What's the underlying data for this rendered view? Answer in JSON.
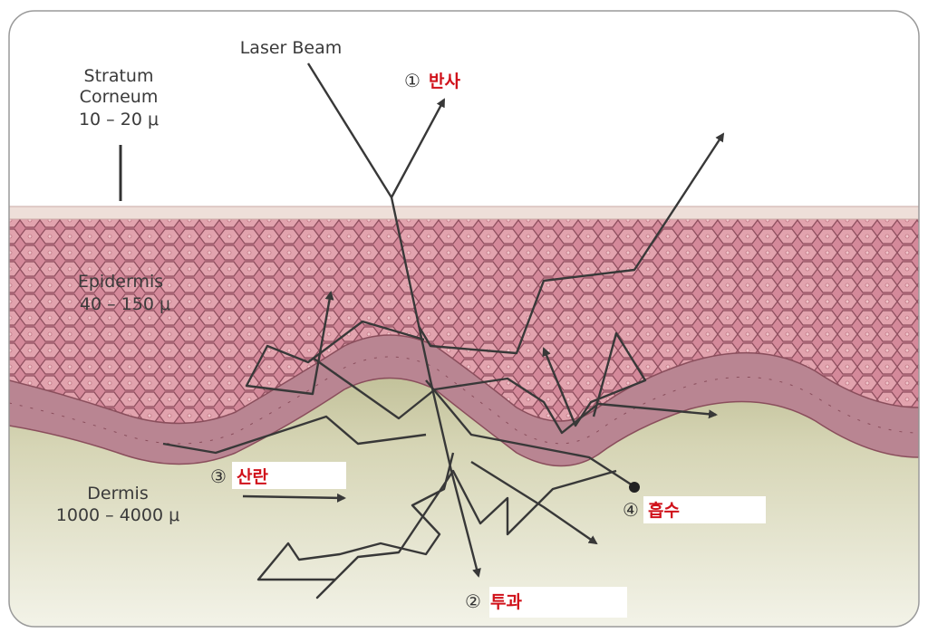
{
  "labels": {
    "laser_beam": "Laser Beam",
    "stratum_corneum": "Stratum",
    "stratum_corneum_2": "Corneum",
    "stratum_corneum_thickness": "10 – 20 μ",
    "epidermis": "Epidermis",
    "epidermis_thickness": "40 – 150 μ",
    "dermis": "Dermis",
    "dermis_thickness": "1000 – 4000 μ"
  },
  "interactions": {
    "reflection": {
      "number": "①",
      "label": "반사"
    },
    "transmission": {
      "number": "②",
      "label": "투과"
    },
    "scattering": {
      "number": "③",
      "label": "산란"
    },
    "absorption": {
      "number": "④",
      "label": "흡수"
    }
  },
  "colors": {
    "stratum": "#efe1dc",
    "epidermis_fill": "#d88f9c",
    "epidermis_cell_line": "#9c5a69",
    "basal_layer": "#b57f8b",
    "dermis_top": "#c3c29a",
    "dermis_bottom": "#f1f1e4",
    "ray": "#383838",
    "label_red": "#d0111a"
  }
}
